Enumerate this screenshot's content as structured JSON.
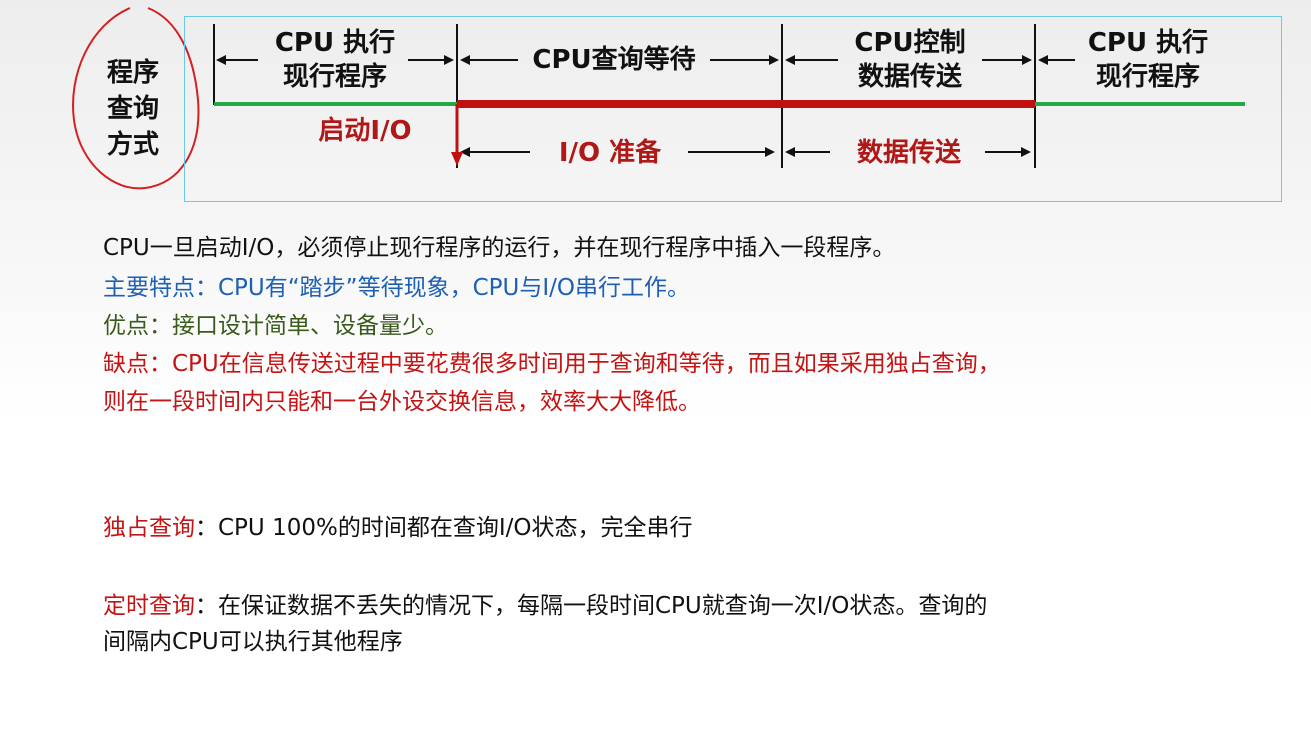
{
  "mode_label": "程序查询方式",
  "timeline": {
    "cpu_segments": [
      "CPU 执行\n现行程序",
      "CPU查询等待",
      "CPU控制\n数据传送",
      "CPU  执行\n现行程序"
    ],
    "start_io": "启动I/O",
    "io_prepare": "I/O 准备",
    "data_transfer": "数据传送",
    "colors": {
      "cpu_line": "#22a845",
      "io_line": "#c01010",
      "box_border": "#6cc8e8",
      "circle": "#d42020"
    }
  },
  "paragraphs": {
    "intro": "CPU一旦启动I/O，必须停止现行程序的运行，并在现行程序中插入一段程序。",
    "features": "主要特点：CPU有“踏步”等待现象，CPU与I/O串行工作。",
    "pros": "优点：接口设计简单、设备量少。",
    "cons_line1": "缺点：CPU在信息传送过程中要花费很多时间用于查询和等待，而且如果采用独占查询，",
    "cons_line2": "则在一段时间内只能和一台外设交换信息，效率大大降低。"
  },
  "exclusive": {
    "term": "独占查询",
    "text": "：CPU 100%的时间都在查询I/O状态，完全串行"
  },
  "timed": {
    "term": "定时查询",
    "text_line1": "：在保证数据不丢失的情况下，每隔一段时间CPU就查询一次I/O状态。查询的",
    "text_line2": "间隔内CPU可以执行其他程序"
  }
}
